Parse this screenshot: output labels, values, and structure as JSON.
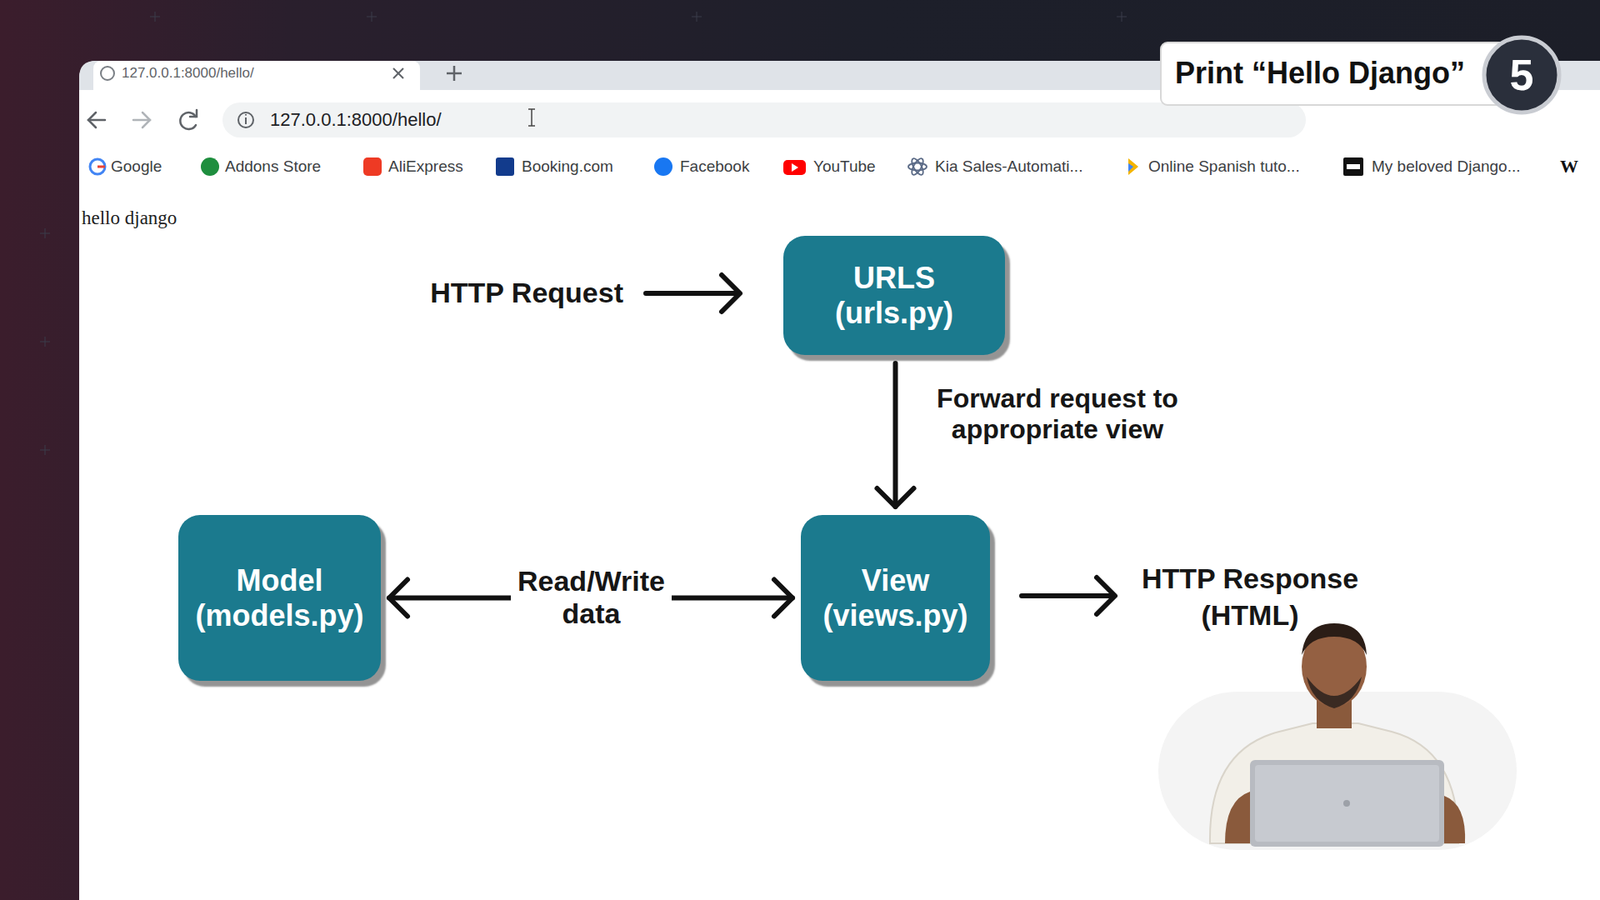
{
  "diagram": {
    "nodes": [
      {
        "text": [
          "URLS (urls.py)"
        ]
      },
      {
        "text": [
          "Model (models.py)"
        ]
      },
      {
        "text": [
          "View (views.py)"
        ]
      }
    ],
    "edges": [
      {
        "from": 0,
        "to": 2,
        "arrow": "to",
        "label": "Forward request to appropriate view"
      },
      {
        "from": 1,
        "to": 2,
        "arrow": "both",
        "label": "Read/Write data"
      }
    ],
    "labels": [
      "Print “Hello Django”",
      "5",
      "127.0.0.1:8000/hello/",
      "127.0.0.1:8000/hello/",
      "Google",
      "Addons Store",
      "AliExpress",
      "Booking.com",
      "Facebook",
      "YouTube",
      "Kia Sales-Automati...",
      "Online Spanish tuto...",
      "My beloved Django...",
      "W",
      "hello django",
      "HTTP Request",
      "HTTP Response (HTML)"
    ]
  }
}
